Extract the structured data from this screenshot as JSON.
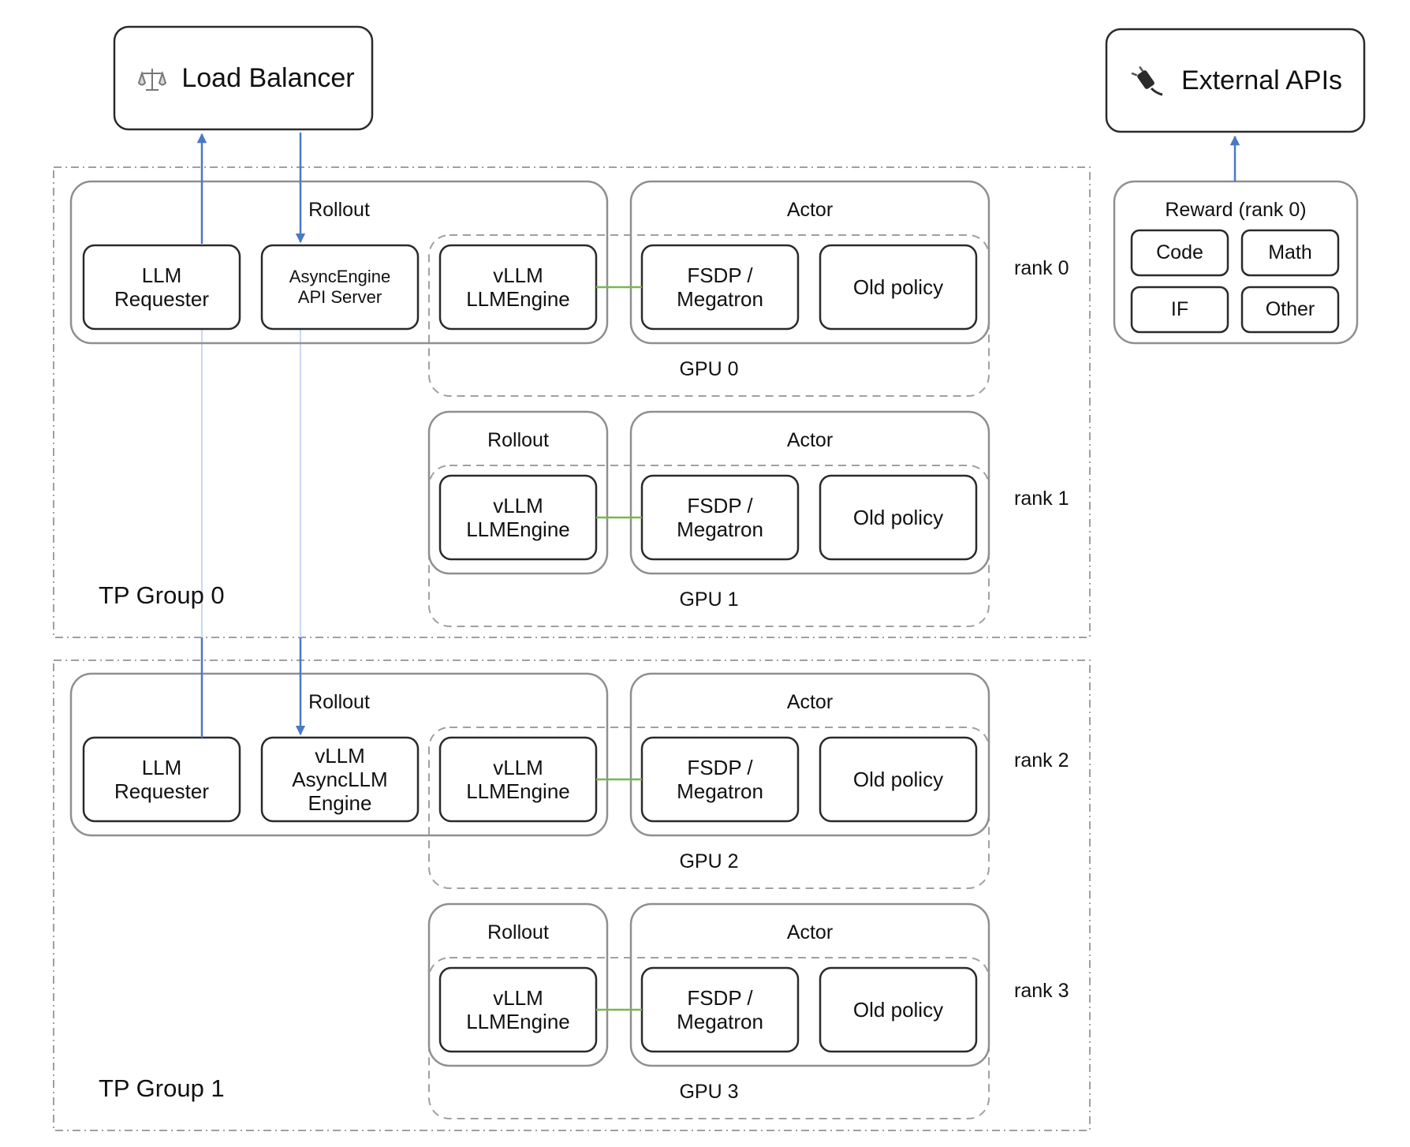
{
  "top": {
    "load_balancer": {
      "icon": "scale-icon",
      "label": "Load Balancer"
    },
    "external_apis": {
      "icon": "plug-icon",
      "label": "External APIs"
    }
  },
  "reward": {
    "title": "Reward (rank 0)",
    "items": [
      "Code",
      "Math",
      "IF",
      "Other"
    ]
  },
  "groups": [
    {
      "label": "TP Group 0"
    },
    {
      "label": "TP Group 1"
    }
  ],
  "ranks": [
    {
      "rank": "rank 0",
      "gpu": "GPU 0",
      "rollout": "Rollout",
      "actor": "Actor",
      "requester": "LLM\nRequester",
      "server": "AsyncEngine\nAPI Server",
      "engine": "vLLM\nLLMEngine",
      "trainer": "FSDP /\nMegatron",
      "old_policy": "Old policy"
    },
    {
      "rank": "rank 1",
      "gpu": "GPU 1",
      "rollout": "Rollout",
      "actor": "Actor",
      "engine": "vLLM\nLLMEngine",
      "trainer": "FSDP /\nMegatron",
      "old_policy": "Old policy"
    },
    {
      "rank": "rank 2",
      "gpu": "GPU 2",
      "rollout": "Rollout",
      "actor": "Actor",
      "requester": "LLM\nRequester",
      "server": "vLLM\nAsyncLLM\nEngine",
      "engine": "vLLM\nLLMEngine",
      "trainer": "FSDP /\nMegatron",
      "old_policy": "Old policy"
    },
    {
      "rank": "rank 3",
      "gpu": "GPU 3",
      "rollout": "Rollout",
      "actor": "Actor",
      "engine": "vLLM\nLLMEngine",
      "trainer": "FSDP /\nMegatron",
      "old_policy": "Old policy"
    }
  ],
  "colors": {
    "arrow_blue": "#4a78c8",
    "faint_blue": "#c9d8f0",
    "link_green": "#77b84e",
    "border": "#2a2a2a",
    "container": "#8f8f8f",
    "dashed": "#a0a0a0"
  }
}
